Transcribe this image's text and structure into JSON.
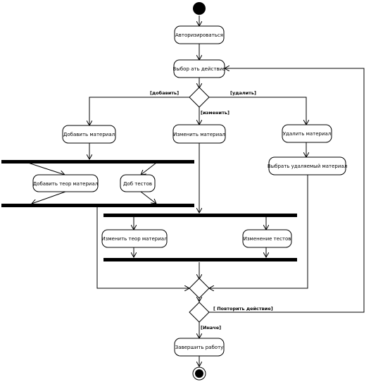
{
  "actions": {
    "authorize": "Авторизироваться",
    "choose_action": "Выбор ать действие",
    "add_material": "Добавить материал",
    "edit_material": "Изменить материал",
    "delete_material": "Удалить материал",
    "add_theory_material": "Добавить теор материал",
    "add_tests": "Доб тестов",
    "choose_deleted_material": "Выбрать удаляемый материал",
    "edit_theory_material": "Изменить теор материал",
    "edit_tests": "Изменение тестов",
    "finish_work": "Завершить работу"
  },
  "guards": {
    "add": "[добавить]",
    "delete": "[удалить]",
    "edit": "[изменить]",
    "repeat": "[ Повторить действие]",
    "else": "[Иначе]"
  }
}
